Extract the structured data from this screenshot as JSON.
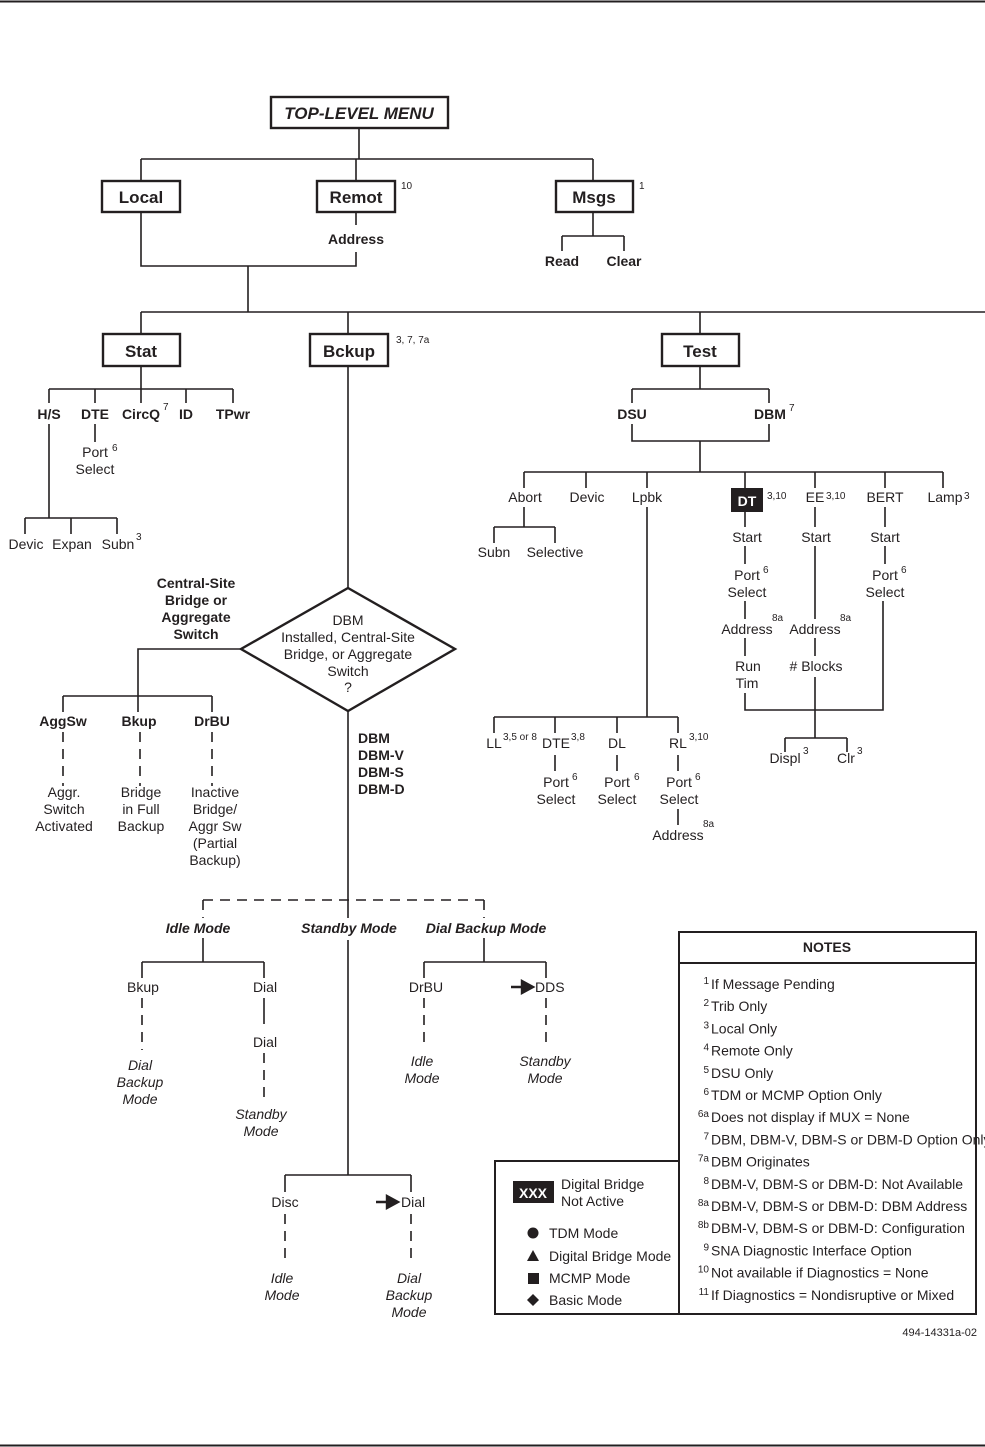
{
  "top": {
    "title": "TOP-LEVEL MENU"
  },
  "level1": {
    "local": "Local",
    "remot": "Remot",
    "remot_note": "10",
    "remot_child": "Address",
    "msgs": "Msgs",
    "msgs_note": "1",
    "msgs_children": [
      "Read",
      "Clear"
    ]
  },
  "level2": {
    "stat": "Stat",
    "bckup": "Bckup",
    "bckup_note": "3, 7, 7a",
    "test": "Test"
  },
  "stat_children": {
    "hs": "H/S",
    "dte": "DTE",
    "circq": "CircQ",
    "circq_note": "7",
    "id": "ID",
    "tpwr": "TPwr",
    "dte_port": "Port",
    "dte_port_note": "6",
    "dte_select": "Select",
    "hs_children": [
      "Devic",
      "Expan",
      "Subn"
    ],
    "subn_note": "3"
  },
  "test_children": {
    "dsu": "DSU",
    "dbm": "DBM",
    "dbm_note": "7",
    "abort": "Abort",
    "devic": "Devic",
    "lpbk": "Lpbk",
    "dt": "DT",
    "dt_note": "3,10",
    "ee": "EE",
    "ee_note": "3,10",
    "bert": "BERT",
    "lamp": "Lamp",
    "lamp_note": "3",
    "abort_children": [
      "Subn",
      "Selective"
    ],
    "start": "Start",
    "port": "Port",
    "select": "Select",
    "port_note": "6",
    "address": "Address",
    "address_note": "8a",
    "run": "Run",
    "tim": "Tim",
    "blocks": "# Blocks",
    "displ": "Displ",
    "displ_note": "3",
    "clr": "Clr",
    "clr_note": "3",
    "ll": "LL",
    "ll_note": "3,5 or 8",
    "dte": "DTE",
    "dte_note": "3,8",
    "dl": "DL",
    "rl": "RL",
    "rl_note": "3,10"
  },
  "decision": {
    "lines": [
      "DBM",
      "Installed, Central-Site",
      "Bridge, or Aggregate",
      "Switch",
      "?"
    ],
    "left_label": [
      "Central-Site",
      "Bridge or",
      "Aggregate",
      "Switch"
    ],
    "down_label": [
      "DBM",
      "DBM-V",
      "DBM-S",
      "DBM-D"
    ]
  },
  "bridge_branch": {
    "aggsw": "AggSw",
    "bkup": "Bkup",
    "drbu": "DrBU",
    "aggsw_desc": [
      "Aggr.",
      "Switch",
      "Activated"
    ],
    "bkup_desc": [
      "Bridge",
      "in Full",
      "Backup"
    ],
    "drbu_desc": [
      "Inactive",
      "Bridge/",
      "Aggr Sw",
      "(Partial",
      "Backup)"
    ]
  },
  "modes": {
    "idle": "Idle Mode",
    "standby": "Standby Mode",
    "dial_backup": "Dial Backup Mode",
    "idle_bkup": "Bkup",
    "idle_dial": "Dial",
    "idle_dial2": "Dial",
    "idle_bkup_result": [
      "Dial",
      "Backup",
      "Mode"
    ],
    "idle_dial_result": [
      "Standby",
      "Mode"
    ],
    "dbm_drbu": "DrBU",
    "dbm_dds": "DDS",
    "dbm_drbu_result": [
      "Idle",
      "Mode"
    ],
    "dbm_dds_result": [
      "Standby",
      "Mode"
    ],
    "sb_disc": "Disc",
    "sb_dial": "Dial",
    "sb_disc_result": [
      "Idle",
      "Mode"
    ],
    "sb_dial_result": [
      "Dial",
      "Backup",
      "Mode"
    ]
  },
  "legend": {
    "box_label": "XXX",
    "box_desc": [
      "Digital Bridge",
      "Not Active"
    ],
    "items": [
      {
        "icon": "circle",
        "label": "TDM Mode"
      },
      {
        "icon": "triangle",
        "label": "Digital Bridge Mode"
      },
      {
        "icon": "square",
        "label": "MCMP Mode"
      },
      {
        "icon": "diamond",
        "label": "Basic Mode"
      }
    ]
  },
  "notes": {
    "title": "NOTES",
    "items": [
      {
        "num": "1",
        "text": "If Message Pending"
      },
      {
        "num": "2",
        "text": "Trib Only"
      },
      {
        "num": "3",
        "text": "Local Only"
      },
      {
        "num": "4",
        "text": "Remote Only"
      },
      {
        "num": "5",
        "text": "DSU Only"
      },
      {
        "num": "6",
        "text": "TDM or MCMP Option Only"
      },
      {
        "num": "6a",
        "text": "Does not display if MUX = None"
      },
      {
        "num": "7",
        "text": "DBM, DBM-V, DBM-S or DBM-D Option Only"
      },
      {
        "num": "7a",
        "text": "DBM Originates"
      },
      {
        "num": "8",
        "text": "DBM-V, DBM-S or DBM-D: Not Available"
      },
      {
        "num": "8a",
        "text": "DBM-V, DBM-S or DBM-D: DBM Address"
      },
      {
        "num": "8b",
        "text": "DBM-V, DBM-S or DBM-D: Configuration"
      },
      {
        "num": "9",
        "text": "SNA Diagnostic Interface Option"
      },
      {
        "num": "10",
        "text": "Not available if Diagnostics = None"
      },
      {
        "num": "11",
        "text": "If Diagnostics = Nondisruptive or Mixed"
      }
    ]
  },
  "figure_id": "494-14331a-02"
}
